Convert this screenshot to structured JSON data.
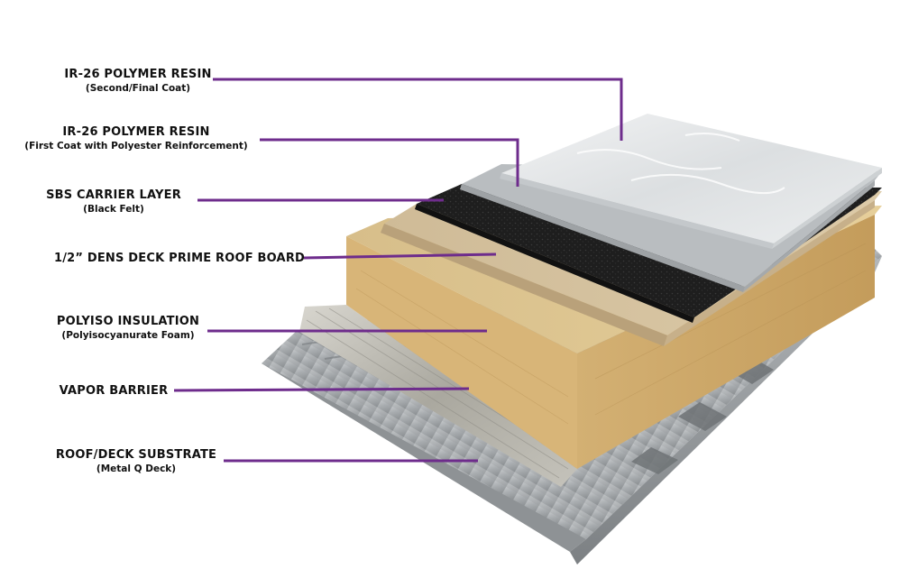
{
  "layers": [
    {
      "title": "IR-26 POLYMER RESIN",
      "subtitle": "(Second/Final Coat)"
    },
    {
      "title": "IR-26 POLYMER RESIN",
      "subtitle": "(First Coat with Polyester Reinforcement)"
    },
    {
      "title": "SBS CARRIER LAYER",
      "subtitle": "(Black Felt)"
    },
    {
      "title": "1/2” DENS DECK PRIME ROOF BOARD",
      "subtitle": ""
    },
    {
      "title": "POLYISO INSULATION",
      "subtitle": "(Polyisocyanurate Foam)"
    },
    {
      "title": "VAPOR BARRIER",
      "subtitle": ""
    },
    {
      "title": "ROOF/DECK SUBSTRATE",
      "subtitle": "(Metal Q Deck)"
    }
  ],
  "colors": {
    "leader_line": "#6e2c8c",
    "resin_coat": "#e4e6e8",
    "reinforcement": "#b9bdc0",
    "black_felt": "#1d1d1d",
    "roof_board": "#d5c19f",
    "insulation": "#d9b97c",
    "vapor_barrier": "#b4b3ad",
    "metal_deck": "#a7abae"
  }
}
